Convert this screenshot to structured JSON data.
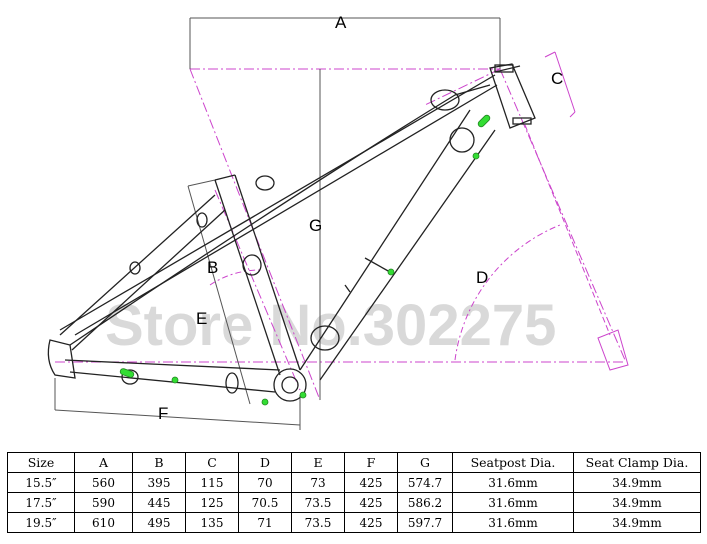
{
  "diagram": {
    "dimension_labels": {
      "A": "A",
      "B": "B",
      "C": "C",
      "D": "D",
      "E": "E",
      "F": "F",
      "G": "G"
    },
    "watermark": "Store No.302275",
    "colors": {
      "frame": "#222222",
      "dimension": "#cc44cc",
      "valve": "#33dd33"
    }
  },
  "table": {
    "headers": [
      "Size",
      "A",
      "B",
      "C",
      "D",
      "E",
      "F",
      "G",
      "Seatpost Dia.",
      "Seat Clamp Dia."
    ],
    "rows": [
      [
        "15.5″",
        "560",
        "395",
        "115",
        "70",
        "73",
        "425",
        "574.7",
        "31.6mm",
        "34.9mm"
      ],
      [
        "17.5″",
        "590",
        "445",
        "125",
        "70.5",
        "73.5",
        "425",
        "586.2",
        "31.6mm",
        "34.9mm"
      ],
      [
        "19.5″",
        "610",
        "495",
        "135",
        "71",
        "73.5",
        "425",
        "597.7",
        "31.6mm",
        "34.9mm"
      ]
    ]
  }
}
